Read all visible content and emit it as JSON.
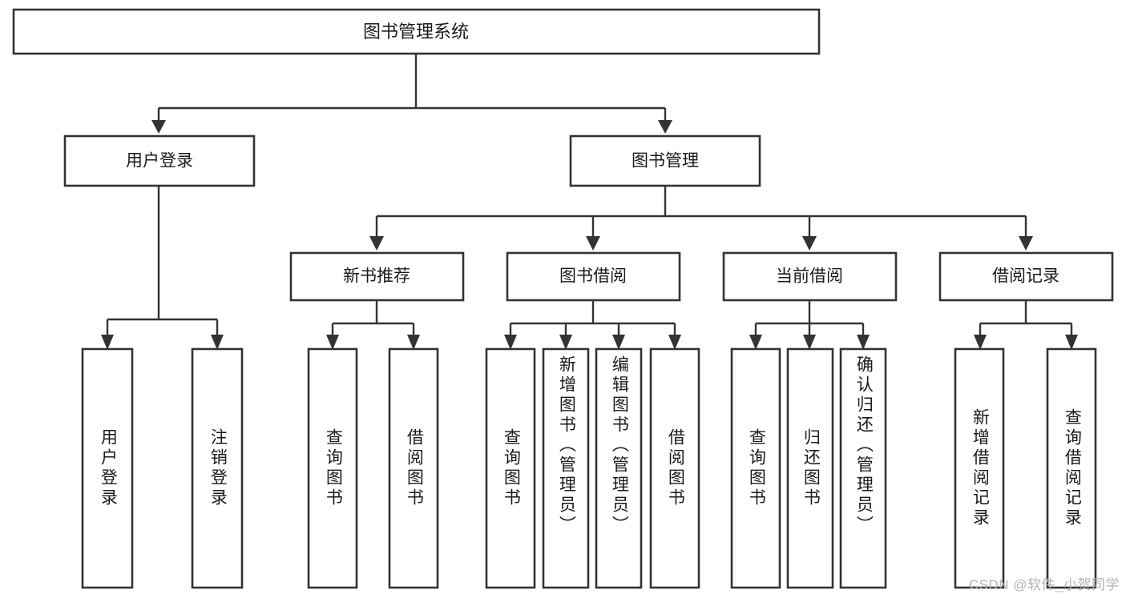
{
  "diagram": {
    "title": "图书管理系统",
    "type": "tree-hierarchy-diagram",
    "colors": {
      "box_stroke": "#333333",
      "box_fill": "#ffffff",
      "connector": "#333333",
      "text": "#1a1a1a",
      "background": "#ffffff",
      "watermark": "#b3b3b3"
    },
    "root": {
      "label": "图书管理系统"
    },
    "level2": [
      {
        "label": "用户登录"
      },
      {
        "label": "图书管理"
      }
    ],
    "level3": [
      {
        "label": "新书推荐"
      },
      {
        "label": "图书借阅"
      },
      {
        "label": "当前借阅"
      },
      {
        "label": "借阅记录"
      }
    ],
    "leaves": {
      "user_login": [
        {
          "label": "用户登录"
        },
        {
          "label": "注销登录"
        }
      ],
      "new_book_recommend": [
        {
          "label": "查询图书"
        },
        {
          "label": "借阅图书"
        }
      ],
      "book_borrow": [
        {
          "label": "查询图书"
        },
        {
          "label": "新增图书（管理员）"
        },
        {
          "label": "编辑图书（管理员）"
        },
        {
          "label": "借阅图书"
        }
      ],
      "current_borrow": [
        {
          "label": "查询图书"
        },
        {
          "label": "归还图书"
        },
        {
          "label": "确认归还（管理员）"
        }
      ],
      "borrow_records": [
        {
          "label": "新增借阅记录"
        },
        {
          "label": "查询借阅记录"
        }
      ]
    }
  },
  "watermark": {
    "text": "CSDN @软件_小贺同学"
  }
}
